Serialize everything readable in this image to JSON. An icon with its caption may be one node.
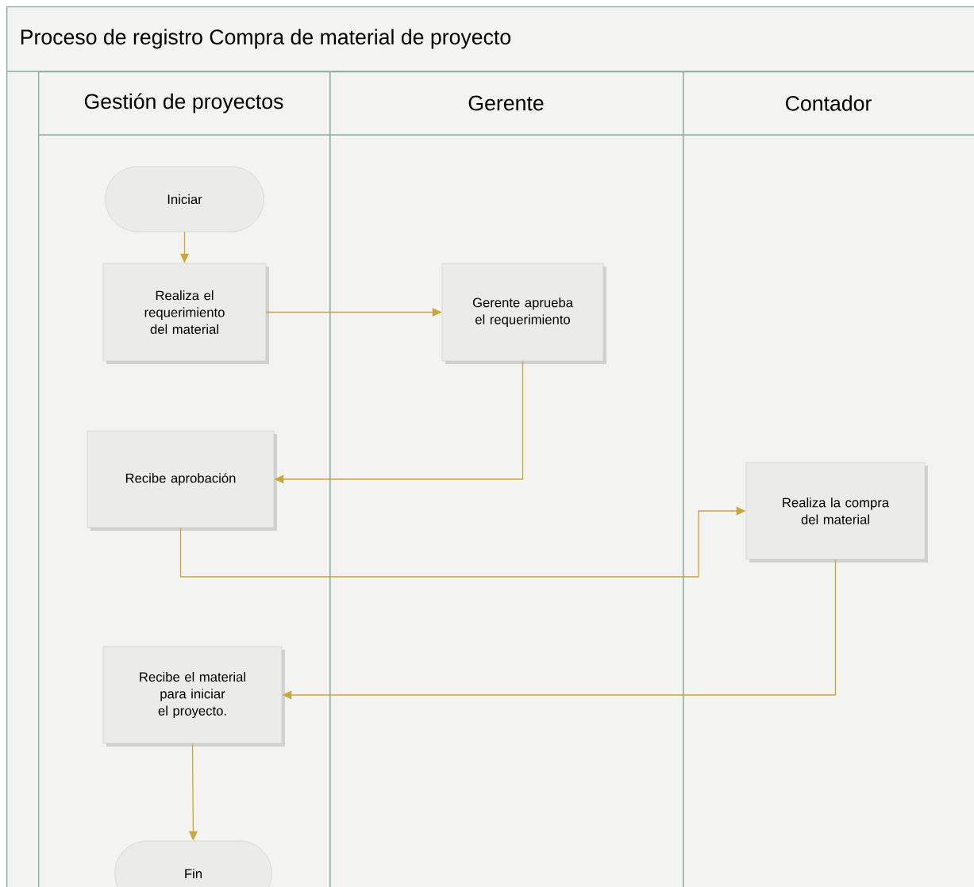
{
  "diagram": {
    "nodes": [
      {
        "text": [
          "Proceso de registro Compra de material de proyecto"
        ]
      },
      {
        "text": [
          "Gestión de proyectos"
        ],
        "in": 0
      },
      {
        "text": [
          "Gerente"
        ],
        "in": 0
      },
      {
        "text": [
          "Contador"
        ],
        "in": 0
      },
      {
        "text": [
          "Iniciar"
        ],
        "in": 1
      },
      {
        "text": [
          "Realiza el requerimiento del material"
        ],
        "in": 1
      },
      {
        "text": [
          "Gerente aprueba el requerimiento"
        ],
        "in": 2
      },
      {
        "text": [
          "Recibe aprobación"
        ],
        "in": 1
      },
      {
        "text": [
          "Realiza la compra del material"
        ],
        "in": 3
      },
      {
        "text": [
          "Recibe el material para iniciar el proyecto."
        ],
        "in": 1
      },
      {
        "text": [
          "Fin"
        ],
        "in": 1
      }
    ],
    "edges": [
      {
        "from": 4,
        "to": 5,
        "arrow": "to"
      },
      {
        "from": 5,
        "to": 6,
        "arrow": "to"
      },
      {
        "from": 6,
        "to": 7,
        "arrow": "to"
      },
      {
        "from": 7,
        "to": 8,
        "arrow": "to"
      },
      {
        "from": 8,
        "to": 9,
        "arrow": "to"
      },
      {
        "from": 9,
        "to": 10,
        "arrow": "to"
      }
    ]
  }
}
